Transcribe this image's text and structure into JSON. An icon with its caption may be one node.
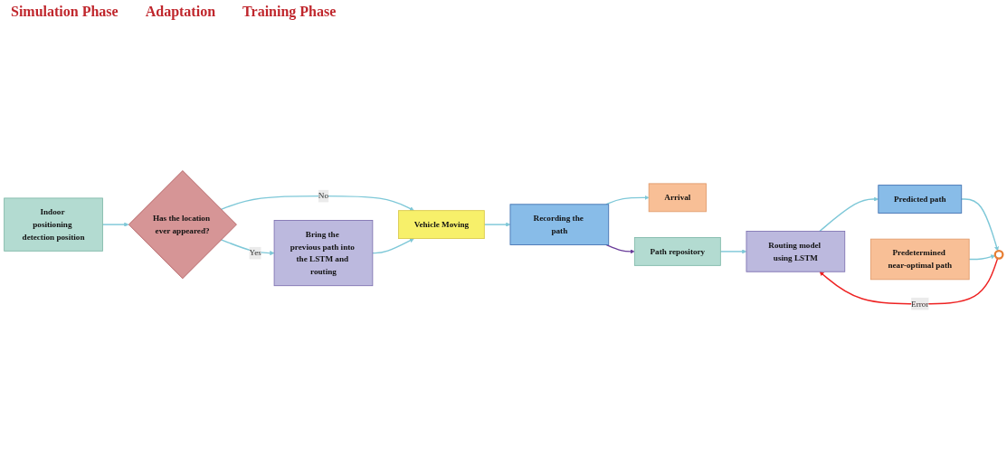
{
  "diagram": {
    "nodes": [
      {
        "text": [
          "Indoor positioning detection position"
        ]
      },
      {
        "text": [
          "Has the location ever appeared?"
        ]
      },
      {
        "text": [
          "Bring the previous path into the LSTM and routing"
        ]
      },
      {
        "text": [
          "Vehicle Moving"
        ]
      },
      {
        "text": [
          "Recording the path"
        ]
      },
      {
        "text": [
          "Arrival"
        ]
      },
      {
        "text": [
          "Path repository"
        ]
      },
      {
        "text": [
          "Routing model using LSTM"
        ]
      },
      {
        "text": [
          "Predicted path"
        ]
      },
      {
        "text": [],
        "shape": "circle"
      },
      {
        "text": [
          "Predetermined near-optimal path"
        ]
      }
    ],
    "edges": [
      {
        "from": 0,
        "to": 1,
        "arrow": "to"
      },
      {
        "from": 1,
        "to": 2,
        "arrow": "to",
        "label": "Yes"
      },
      {
        "from": 1,
        "to": 3,
        "arrow": "to",
        "label": "No"
      },
      {
        "from": 2,
        "to": 3,
        "arrow": "to"
      },
      {
        "from": 3,
        "to": 4,
        "arrow": "to"
      },
      {
        "from": 4,
        "to": 5,
        "arrow": "to"
      },
      {
        "from": 4,
        "to": 6,
        "arrow": "to",
        "color": "#6a3d9a"
      },
      {
        "from": 6,
        "to": 7,
        "arrow": "to"
      },
      {
        "from": 7,
        "to": 8,
        "arrow": "to"
      },
      {
        "from": 8,
        "to": 9,
        "arrow": "to"
      },
      {
        "from": 10,
        "to": 9,
        "arrow": "to"
      },
      {
        "from": 9,
        "to": 7,
        "arrow": "to",
        "label": "Error",
        "color": "#ee2222"
      }
    ],
    "labels": [
      "Simulation Phase",
      "Adaptation",
      "Training Phase"
    ]
  }
}
